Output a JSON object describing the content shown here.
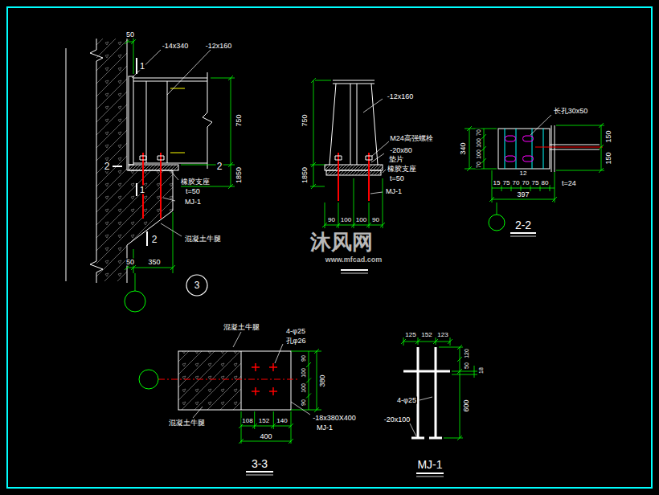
{
  "diagram": {
    "nodes": [
      {
        "text": [
          "3"
        ]
      }
    ],
    "labels": [
      "50",
      "-14x340",
      "-12x160",
      "1",
      "750",
      "2",
      "2",
      "1850",
      "1",
      "橡胶支座",
      "t=50",
      "MJ-1",
      "混凝土牛腿",
      "2",
      "50",
      "350",
      "-12x160",
      "750",
      "M24高强螺栓",
      "-20x80",
      "垫片",
      "橡胶支座",
      "t=50",
      "1850",
      "MJ-1",
      "90",
      "100",
      "100",
      "90",
      "沐风网",
      "www.mfcad.com",
      "长孔30x50",
      "340",
      "70",
      "100",
      "100",
      "70",
      "150",
      "150",
      "12",
      "15",
      "75",
      "70",
      "70",
      "75",
      "80",
      "t=24",
      "397",
      "2-2",
      "混凝土牛腿",
      "4-φ25",
      "孔φ26",
      "380",
      "90",
      "100",
      "100",
      "90",
      "混凝土牛腿",
      "-18x380X400",
      "MJ-1",
      "108",
      "152",
      "140",
      "400",
      "3-3",
      "125",
      "152",
      "123",
      "50",
      "120",
      "18",
      "4-φ25",
      "600",
      "-20x100",
      "MJ-1"
    ]
  }
}
